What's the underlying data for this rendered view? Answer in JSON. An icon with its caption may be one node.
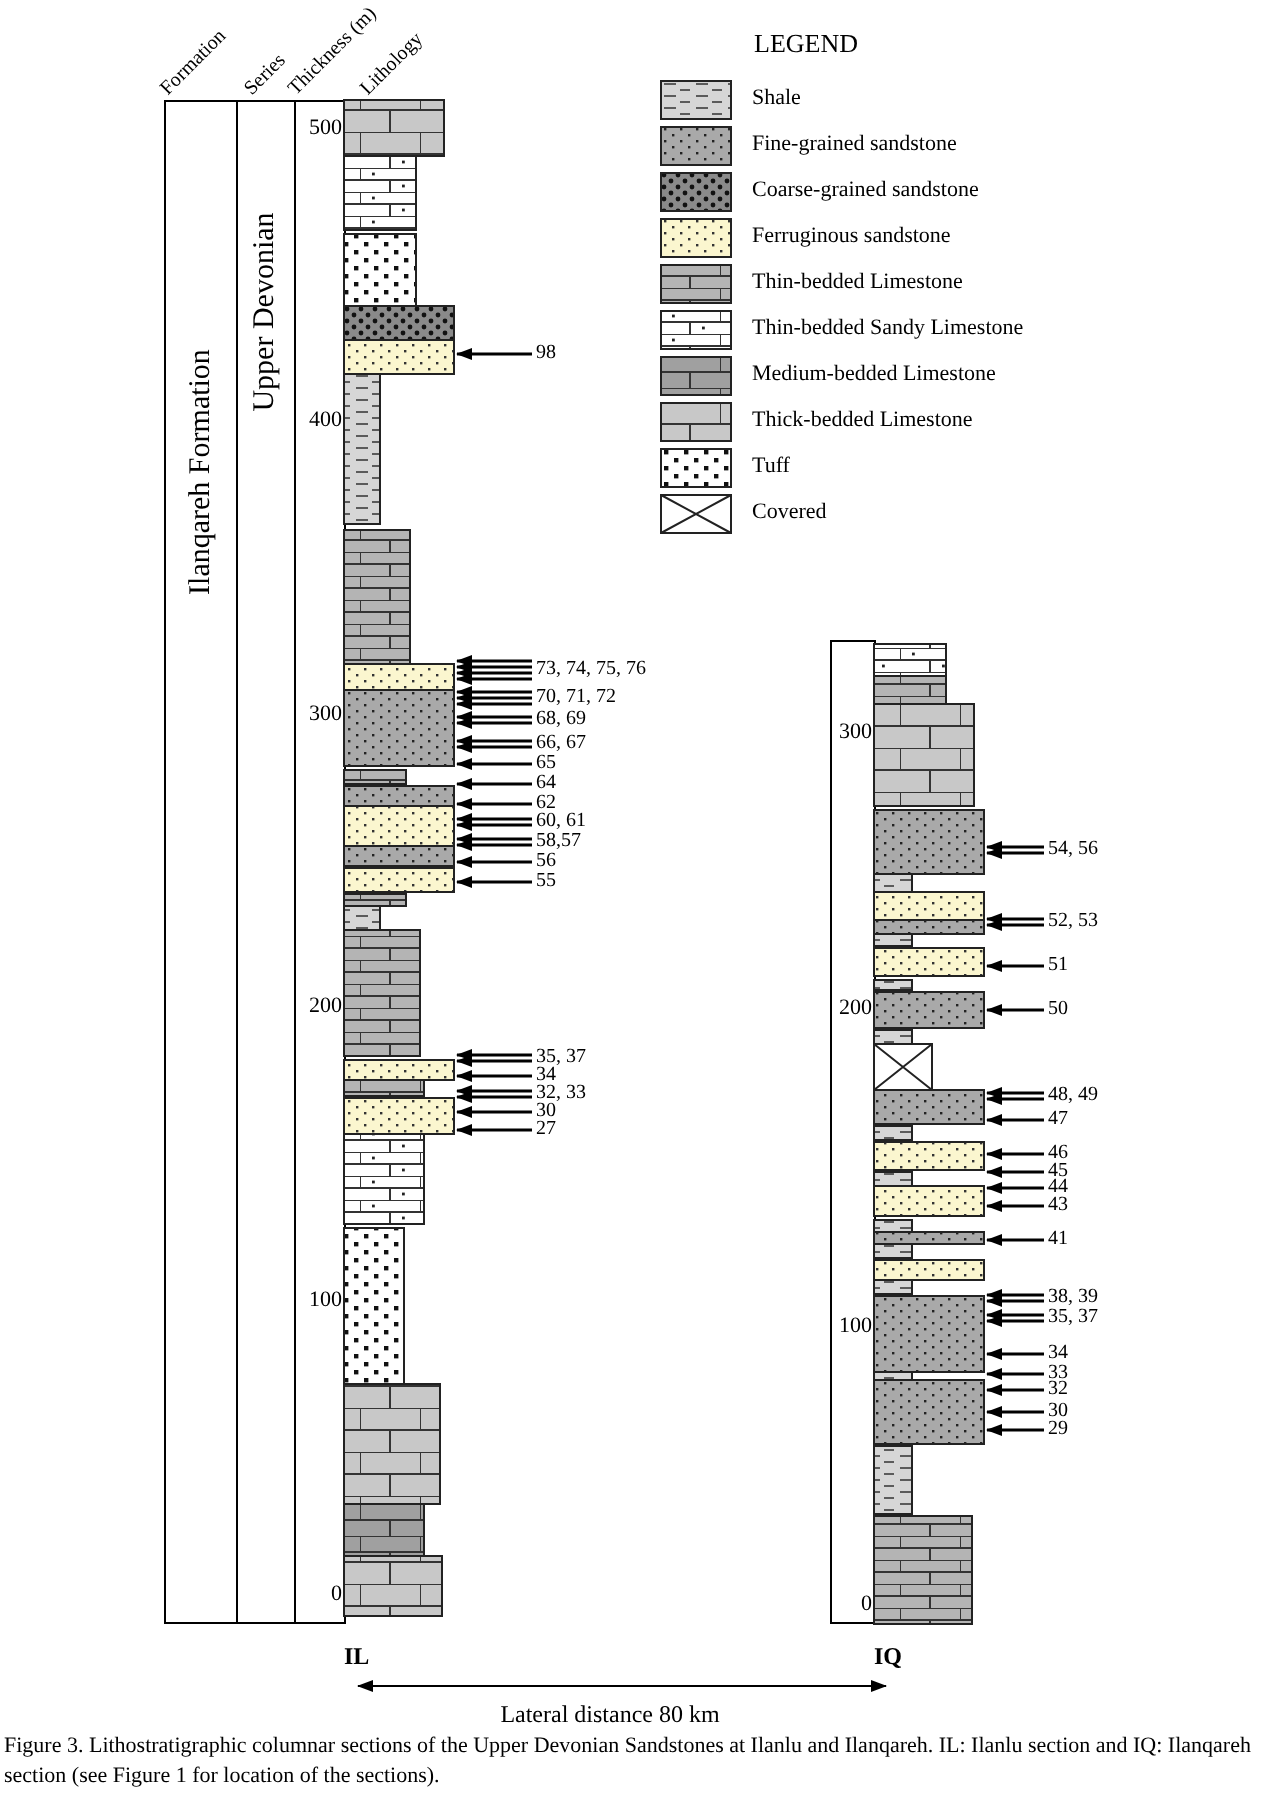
{
  "diagram": {
    "caption": "Figure 3. Lithostratigraphic columnar sections of the Upper Devonian Sandstones at Ilanlu and Ilanqareh. IL: Ilanlu section and IQ: Ilanqareh section (see Figure 1 for location of the sections).",
    "nodes": [
      {
        "text": [
          "Ilanqareh Formation"
        ]
      },
      {
        "text": [
          "Upper Devonian"
        ]
      },
      {
        "text": [
          "98"
        ]
      },
      {
        "text": [
          "73, 74, 75, 76"
        ]
      },
      {
        "text": [
          "70, 71, 72"
        ]
      },
      {
        "text": [
          "68, 69"
        ]
      },
      {
        "text": [
          "66, 67"
        ]
      },
      {
        "text": [
          "65"
        ]
      },
      {
        "text": [
          "64"
        ]
      },
      {
        "text": [
          "62"
        ]
      },
      {
        "text": [
          "60, 61"
        ]
      },
      {
        "text": [
          "58,57"
        ]
      },
      {
        "text": [
          "56"
        ]
      },
      {
        "text": [
          "55"
        ]
      },
      {
        "text": [
          "35, 37"
        ]
      },
      {
        "text": [
          "34"
        ]
      },
      {
        "text": [
          "32, 33"
        ]
      },
      {
        "text": [
          "30"
        ]
      },
      {
        "text": [
          "27"
        ]
      },
      {
        "text": [
          "54, 56"
        ]
      },
      {
        "text": [
          "52, 53"
        ]
      },
      {
        "text": [
          "51"
        ]
      },
      {
        "text": [
          "50"
        ]
      },
      {
        "text": [
          "48, 49"
        ]
      },
      {
        "text": [
          "47"
        ]
      },
      {
        "text": [
          "46"
        ]
      },
      {
        "text": [
          "45"
        ]
      },
      {
        "text": [
          "44"
        ]
      },
      {
        "text": [
          "43"
        ]
      },
      {
        "text": [
          "41"
        ]
      },
      {
        "text": [
          "38, 39"
        ]
      },
      {
        "text": [
          "35, 37"
        ]
      },
      {
        "text": [
          "34"
        ]
      },
      {
        "text": [
          "33"
        ]
      },
      {
        "text": [
          "32"
        ]
      },
      {
        "text": [
          "30"
        ]
      },
      {
        "text": [
          "29"
        ]
      },
      {
        "text": [],
        "shape": "bar"
      },
      {
        "text": [],
        "shape": "bar"
      }
    ],
    "edges": [
      {
        "from": 2,
        "to": 37,
        "arrow": "to"
      },
      {
        "from": 3,
        "to": 37,
        "arrow": "to"
      },
      {
        "from": 3,
        "to": 37,
        "arrow": "to"
      },
      {
        "from": 3,
        "to": 37,
        "arrow": "to"
      },
      {
        "from": 3,
        "to": 37,
        "arrow": "to"
      },
      {
        "from": 4,
        "to": 37,
        "arrow": "to"
      },
      {
        "from": 4,
        "to": 37,
        "arrow": "to"
      },
      {
        "from": 4,
        "to": 37,
        "arrow": "to"
      },
      {
        "from": 5,
        "to": 37,
        "arrow": "to"
      },
      {
        "from": 5,
        "to": 37,
        "arrow": "to"
      },
      {
        "from": 6,
        "to": 37,
        "arrow": "to"
      },
      {
        "from": 6,
        "to": 37,
        "arrow": "to"
      },
      {
        "from": 7,
        "to": 37,
        "arrow": "to"
      },
      {
        "from": 8,
        "to": 37,
        "arrow": "to"
      },
      {
        "from": 9,
        "to": 37,
        "arrow": "to"
      },
      {
        "from": 10,
        "to": 37,
        "arrow": "to"
      },
      {
        "from": 10,
        "to": 37,
        "arrow": "to"
      },
      {
        "from": 11,
        "to": 37,
        "arrow": "to"
      },
      {
        "from": 11,
        "to": 37,
        "arrow": "to"
      },
      {
        "from": 12,
        "to": 37,
        "arrow": "to"
      },
      {
        "from": 13,
        "to": 37,
        "arrow": "to"
      },
      {
        "from": 14,
        "to": 37,
        "arrow": "to"
      },
      {
        "from": 14,
        "to": 37,
        "arrow": "to"
      },
      {
        "from": 15,
        "to": 37,
        "arrow": "to"
      },
      {
        "from": 16,
        "to": 37,
        "arrow": "to"
      },
      {
        "from": 16,
        "to": 37,
        "arrow": "to"
      },
      {
        "from": 17,
        "to": 37,
        "arrow": "to"
      },
      {
        "from": 18,
        "to": 37,
        "arrow": "to"
      },
      {
        "from": 19,
        "to": 38,
        "arrow": "to"
      },
      {
        "from": 19,
        "to": 38,
        "arrow": "to"
      },
      {
        "from": 20,
        "to": 38,
        "arrow": "to"
      },
      {
        "from": 20,
        "to": 38,
        "arrow": "to"
      },
      {
        "from": 21,
        "to": 38,
        "arrow": "to"
      },
      {
        "from": 22,
        "to": 38,
        "arrow": "to"
      },
      {
        "from": 23,
        "to": 38,
        "arrow": "to"
      },
      {
        "from": 23,
        "to": 38,
        "arrow": "to"
      },
      {
        "from": 24,
        "to": 38,
        "arrow": "to"
      },
      {
        "from": 25,
        "to": 38,
        "arrow": "to"
      },
      {
        "from": 26,
        "to": 38,
        "arrow": "to"
      },
      {
        "from": 27,
        "to": 38,
        "arrow": "to"
      },
      {
        "from": 28,
        "to": 38,
        "arrow": "to"
      },
      {
        "from": 29,
        "to": 38,
        "arrow": "to"
      },
      {
        "from": 30,
        "to": 38,
        "arrow": "to"
      },
      {
        "from": 30,
        "to": 38,
        "arrow": "to"
      },
      {
        "from": 31,
        "to": 38,
        "arrow": "to"
      },
      {
        "from": 31,
        "to": 38,
        "arrow": "to"
      },
      {
        "from": 32,
        "to": 38,
        "arrow": "to"
      },
      {
        "from": 33,
        "to": 38,
        "arrow": "to"
      },
      {
        "from": 34,
        "to": 38,
        "arrow": "to"
      },
      {
        "from": 35,
        "to": 38,
        "arrow": "to"
      },
      {
        "from": 36,
        "to": 38,
        "arrow": "to"
      }
    ],
    "labels": [
      "Formation",
      "Series",
      "Thickness (m)",
      "Lithology",
      "LEGEND",
      "500",
      "400",
      "300",
      "200",
      "100",
      "0",
      "300",
      "200",
      "100",
      "0",
      "IL",
      "IQ",
      "Lateral distance 80 km"
    ],
    "legend": [
      {
        "text": "Shale"
      },
      {
        "text": "Fine-grained sandstone"
      },
      {
        "text": "Coarse-grained sandstone"
      },
      {
        "text": "Ferruginous  sandstone"
      },
      {
        "text": "Thin-bedded Limestone"
      },
      {
        "text": "Thin-bedded Sandy Limestone"
      },
      {
        "text": "Medium-bedded Limestone"
      },
      {
        "text": "Thick-bedded Limestone"
      },
      {
        "text": "Tuff"
      },
      {
        "text": "Covered"
      }
    ]
  }
}
